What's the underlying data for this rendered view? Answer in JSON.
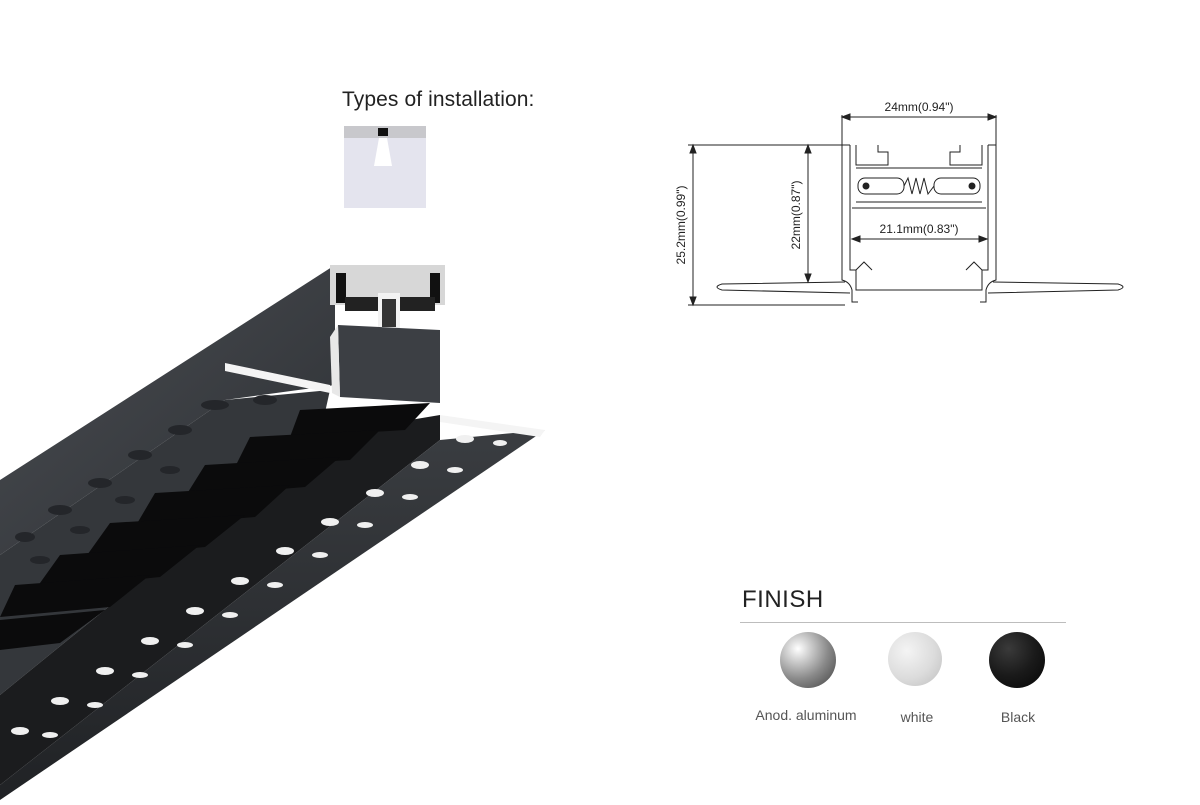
{
  "installation": {
    "title": "Types of installation:",
    "icon": "recessed-ceiling-icon"
  },
  "drawing": {
    "width_label": "24mm(0.94\")",
    "total_height_label": "25.2mm(0.99\")",
    "inner_height_label": "22mm(0.87\")",
    "inner_width_label": "21.1mm(0.83\")"
  },
  "finish": {
    "heading": "FINISH",
    "options": [
      {
        "label": "Anod. aluminum",
        "color": "#9a9a9a"
      },
      {
        "label": "white",
        "color": "#e6e6e6"
      },
      {
        "label": "Black",
        "color": "#1a1a1a"
      }
    ]
  }
}
